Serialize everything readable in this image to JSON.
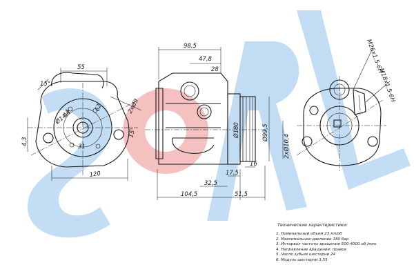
{
  "watermark": {
    "text": "SORL",
    "colors": [
      "#b8d7f2",
      "#f4b6b6"
    ]
  },
  "dimensions": {
    "len_98_5": "98,5",
    "len_47_8": "47,8",
    "len_28": "28",
    "len_55": "55",
    "ang_15": "15°",
    "len_62": "62",
    "len_44": "44",
    "dia_14_4": "Ø14,4",
    "len_31": "31",
    "len_4_3": "4,3",
    "len_120": "120",
    "hole_2x9": "2xØ9",
    "dia_180": "Ø180",
    "dia_99_5": "Ø99,5",
    "len_17_5": "17,5",
    "len_16": "16",
    "len_32_5": "32,5",
    "len_104_5": "104,5",
    "len_51_5": "51,5",
    "hole_2x10_4": "2xØ10,4",
    "thread_m26": "M26x1,5-6H",
    "thread_m18": "M18x1,5-6H"
  },
  "specs": {
    "title": "Технические характеристики:",
    "lines": [
      "1. Номинальный объем 23 мл/об",
      "2. Максимальное давление 180 бар",
      "3. Интервал частоты вращения 500-4000 об./мин",
      "4. Направление вращения: правое",
      "5. Число зубьев шестерни 24",
      "6. Модуль шестерни 3,55"
    ]
  }
}
